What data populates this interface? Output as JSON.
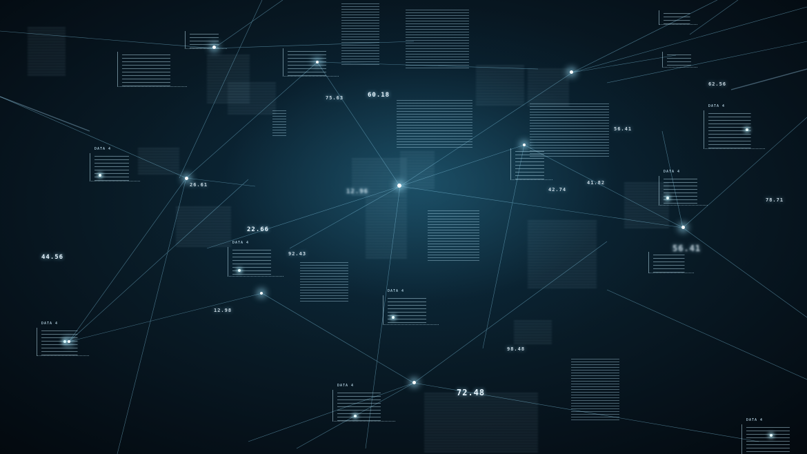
{
  "colors": {
    "background": "#071018",
    "accent": "#bfe9ff",
    "line": "#7fc4e0"
  },
  "numbers": {
    "n1": "60.18",
    "n2": "75.63",
    "n3": "56.41",
    "n4": "22.66",
    "n5": "92.43",
    "n6": "44.56",
    "n7": "12.96",
    "n8": "56.41",
    "n9": "42.74",
    "n10": "72.48",
    "n11": "78.71",
    "n12": "98.48",
    "n13": "62.56",
    "n14": "12.98",
    "n15": "26.61",
    "n16": "41.82"
  },
  "panel_labels": {
    "p1": "DATA 4",
    "p2": "DATA 4",
    "p3": "DATA 4",
    "p4": "DATA 4",
    "p5": "DATA 4",
    "p6": "DATA 4",
    "p7": "DATA 4",
    "p8": "DATA 4"
  }
}
